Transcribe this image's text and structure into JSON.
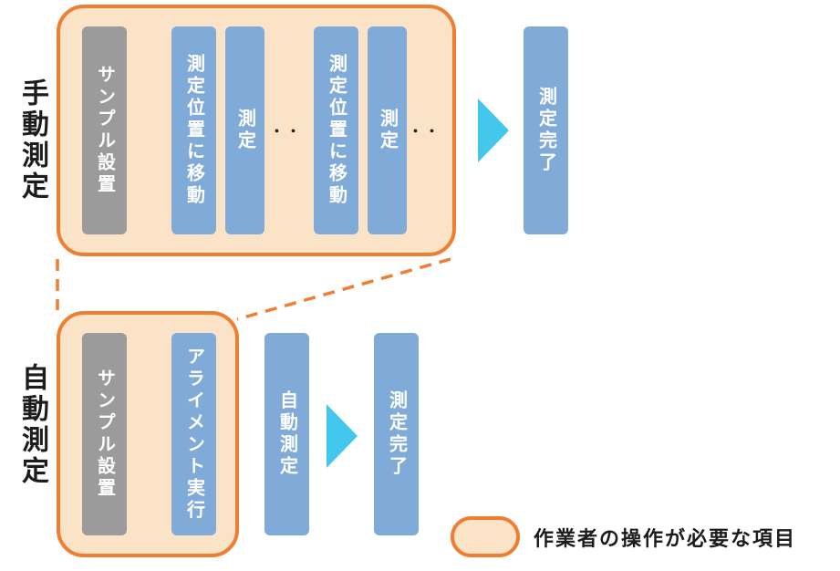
{
  "colors": {
    "orange_border": "#F07E32",
    "peach_fill": "#FBE3C8",
    "gray_bar": "#9B9B9B",
    "blue_bar": "#80ABD8",
    "cyan_arrow": "#44C7EC",
    "bar_text": "#FFFFFF",
    "label_text": "#1C1C1C"
  },
  "manual_row": {
    "label": "手動測定",
    "steps": {
      "sample_setup": "サンプル設置",
      "move_1": "測定位置に移動",
      "measure_1": "測定",
      "dots_1": "・・",
      "move_2": "測定位置に移動",
      "measure_2": "測定",
      "dots_2": "・・",
      "complete": "測定完了"
    }
  },
  "auto_row": {
    "label": "自動測定",
    "steps": {
      "sample_setup": "サンプル設置",
      "alignment": "アライメント実行",
      "auto_measure": "自動測定",
      "complete": "測定完了"
    }
  },
  "legend": {
    "label": "作業者の操作が必要な項目"
  }
}
